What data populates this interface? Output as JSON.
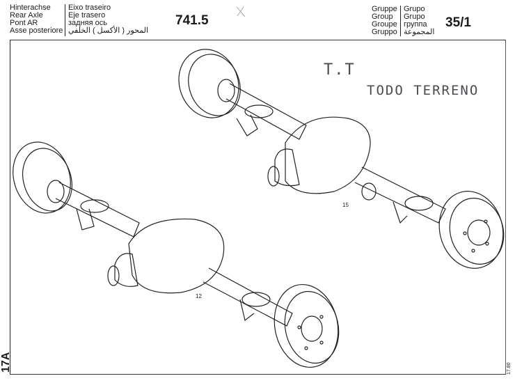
{
  "header": {
    "titles_left": [
      "Hinterachse",
      "Rear Axle",
      "Pont AR",
      "Asse posteriore"
    ],
    "titles_right": [
      "Eixo traseiro",
      "Eje trasero",
      "задняя ось",
      "المحور ( الأكسل ) الخلفي"
    ],
    "drawing_number": "741.5",
    "group_left": [
      "Gruppe",
      "Group",
      "Groupe",
      "Gruppo"
    ],
    "group_right": [
      "Grupo",
      "Grupo",
      "группа",
      "المجموعة"
    ],
    "group_number": "35/1"
  },
  "stamp": {
    "line1": "T.T",
    "line2": "TODO TERRENO"
  },
  "callouts": [
    "15",
    "12"
  ],
  "footer": {
    "side_code": "17A",
    "date": "17.80"
  }
}
